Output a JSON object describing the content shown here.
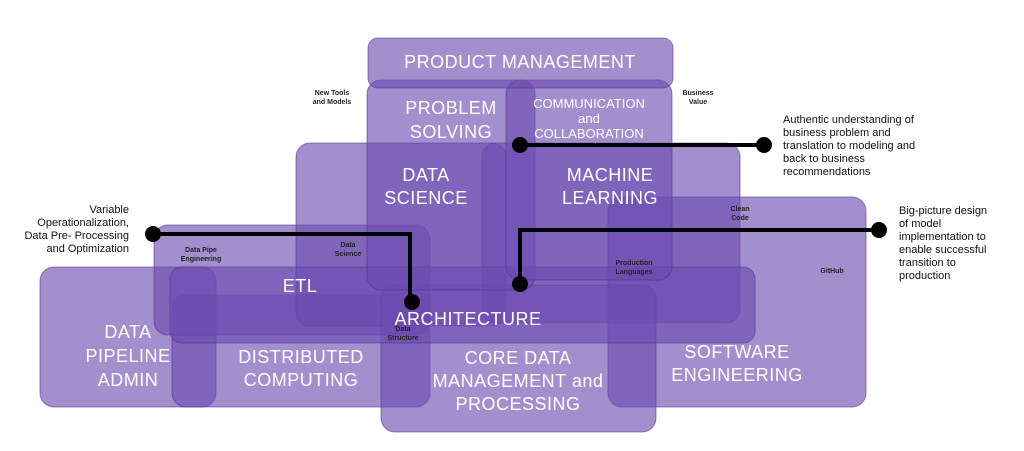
{
  "regions": {
    "product_management": "PRODUCT MANAGEMENT",
    "problem_solving": [
      "PROBLEM",
      "SOLVING"
    ],
    "communication": [
      "COMMUNICATION",
      "and",
      "COLLABORATION"
    ],
    "data_science": [
      "DATA",
      "SCIENCE"
    ],
    "machine_learning": [
      "MACHINE",
      "LEARNING"
    ],
    "etl": "ETL",
    "architecture": "ARCHITECTURE",
    "data_pipeline_admin": [
      "DATA",
      "PIPELINE",
      "ADMIN"
    ],
    "distributed_computing": [
      "DISTRIBUTED",
      "COMPUTING"
    ],
    "core_data": [
      "CORE DATA",
      "MANAGEMENT and",
      "PROCESSING"
    ],
    "software_engineering": [
      "SOFTWARE",
      "ENGINEERING"
    ]
  },
  "small_labels": {
    "new_tools": [
      "New Tools",
      "and Models"
    ],
    "business_value": [
      "Business",
      "Value"
    ],
    "clean_code": [
      "Clean",
      "Code"
    ],
    "data_pipe_engineering": [
      "Data Pipe",
      "Engineering"
    ],
    "data_science_small": [
      "Data",
      "Science"
    ],
    "production_languages": [
      "Production",
      "Languages"
    ],
    "github": "GitHub",
    "data_structure": [
      "Data",
      "Structure"
    ]
  },
  "annotations": {
    "left": [
      "Variable",
      "Operationalization,",
      "Data Pre- Processing",
      "and Optimization"
    ],
    "right_top": [
      "Authentic understanding of",
      "business problem and",
      "translation to modeling and",
      "back to business",
      "recommendations"
    ],
    "right_bottom": [
      "Big-picture design",
      "of model",
      "implementation to",
      "enable successful",
      "transition to",
      "production"
    ]
  }
}
